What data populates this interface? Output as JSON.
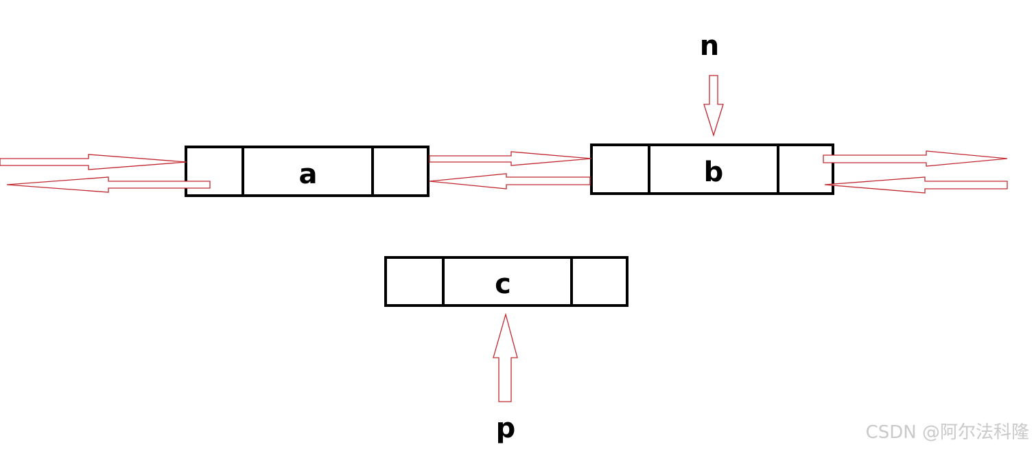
{
  "nodes": {
    "a": {
      "label": "a"
    },
    "b": {
      "label": "b"
    },
    "c": {
      "label": "c"
    }
  },
  "pointers": {
    "n": {
      "label": "n",
      "target": "b"
    },
    "p": {
      "label": "p",
      "target": "c"
    }
  },
  "links": [
    {
      "from": "left",
      "to": "a",
      "direction": "next"
    },
    {
      "from": "a",
      "to": "left",
      "direction": "prev"
    },
    {
      "from": "a",
      "to": "b",
      "direction": "next"
    },
    {
      "from": "b",
      "to": "a",
      "direction": "prev"
    },
    {
      "from": "b",
      "to": "right",
      "direction": "next"
    },
    {
      "from": "right",
      "to": "b",
      "direction": "prev"
    }
  ],
  "colors": {
    "node_border": "#000000",
    "arrow": "#c0262d",
    "watermark": "#c9c9c9"
  },
  "watermark": "CSDN @阿尔法科隆"
}
